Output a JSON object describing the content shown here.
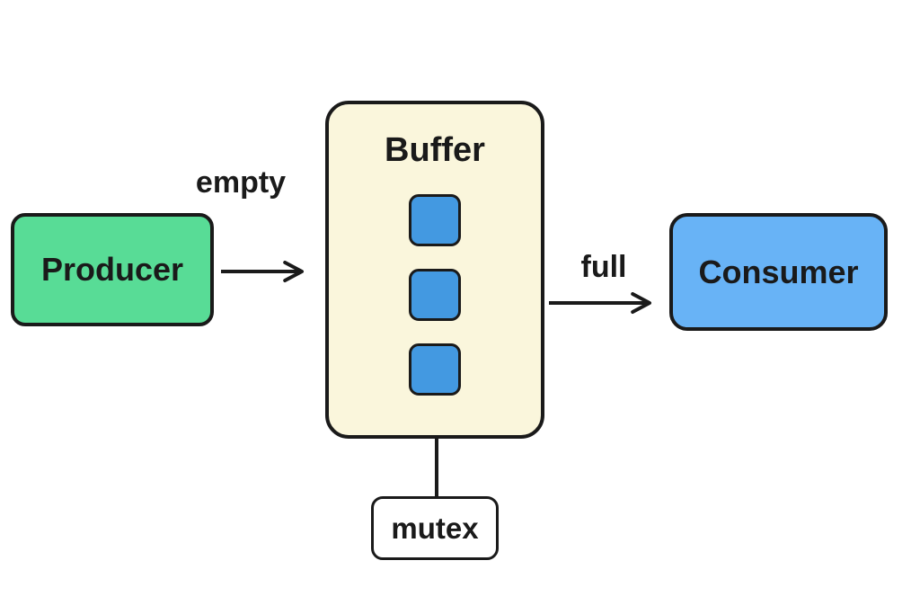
{
  "diagram": {
    "type": "producer-consumer-flow",
    "nodes": {
      "producer": {
        "label": "Producer",
        "fill": "#58DC96"
      },
      "buffer": {
        "label": "Buffer",
        "fill": "#FAF6DC",
        "slots": {
          "count": 3,
          "fill": "#4399E1"
        }
      },
      "consumer": {
        "label": "Consumer",
        "fill": "#68B3F6"
      },
      "mutex": {
        "label": "mutex",
        "fill": "#FFFFFF"
      }
    },
    "edges": {
      "producer_to_buffer": {
        "label": "empty",
        "style": "arrow"
      },
      "buffer_to_consumer": {
        "label": "full",
        "style": "arrow"
      },
      "buffer_to_mutex": {
        "label": "",
        "style": "plain-line"
      }
    },
    "colors": {
      "background": "#FFFFFF",
      "stroke": "#1A1A1A",
      "text": "#1A1A1A"
    }
  }
}
